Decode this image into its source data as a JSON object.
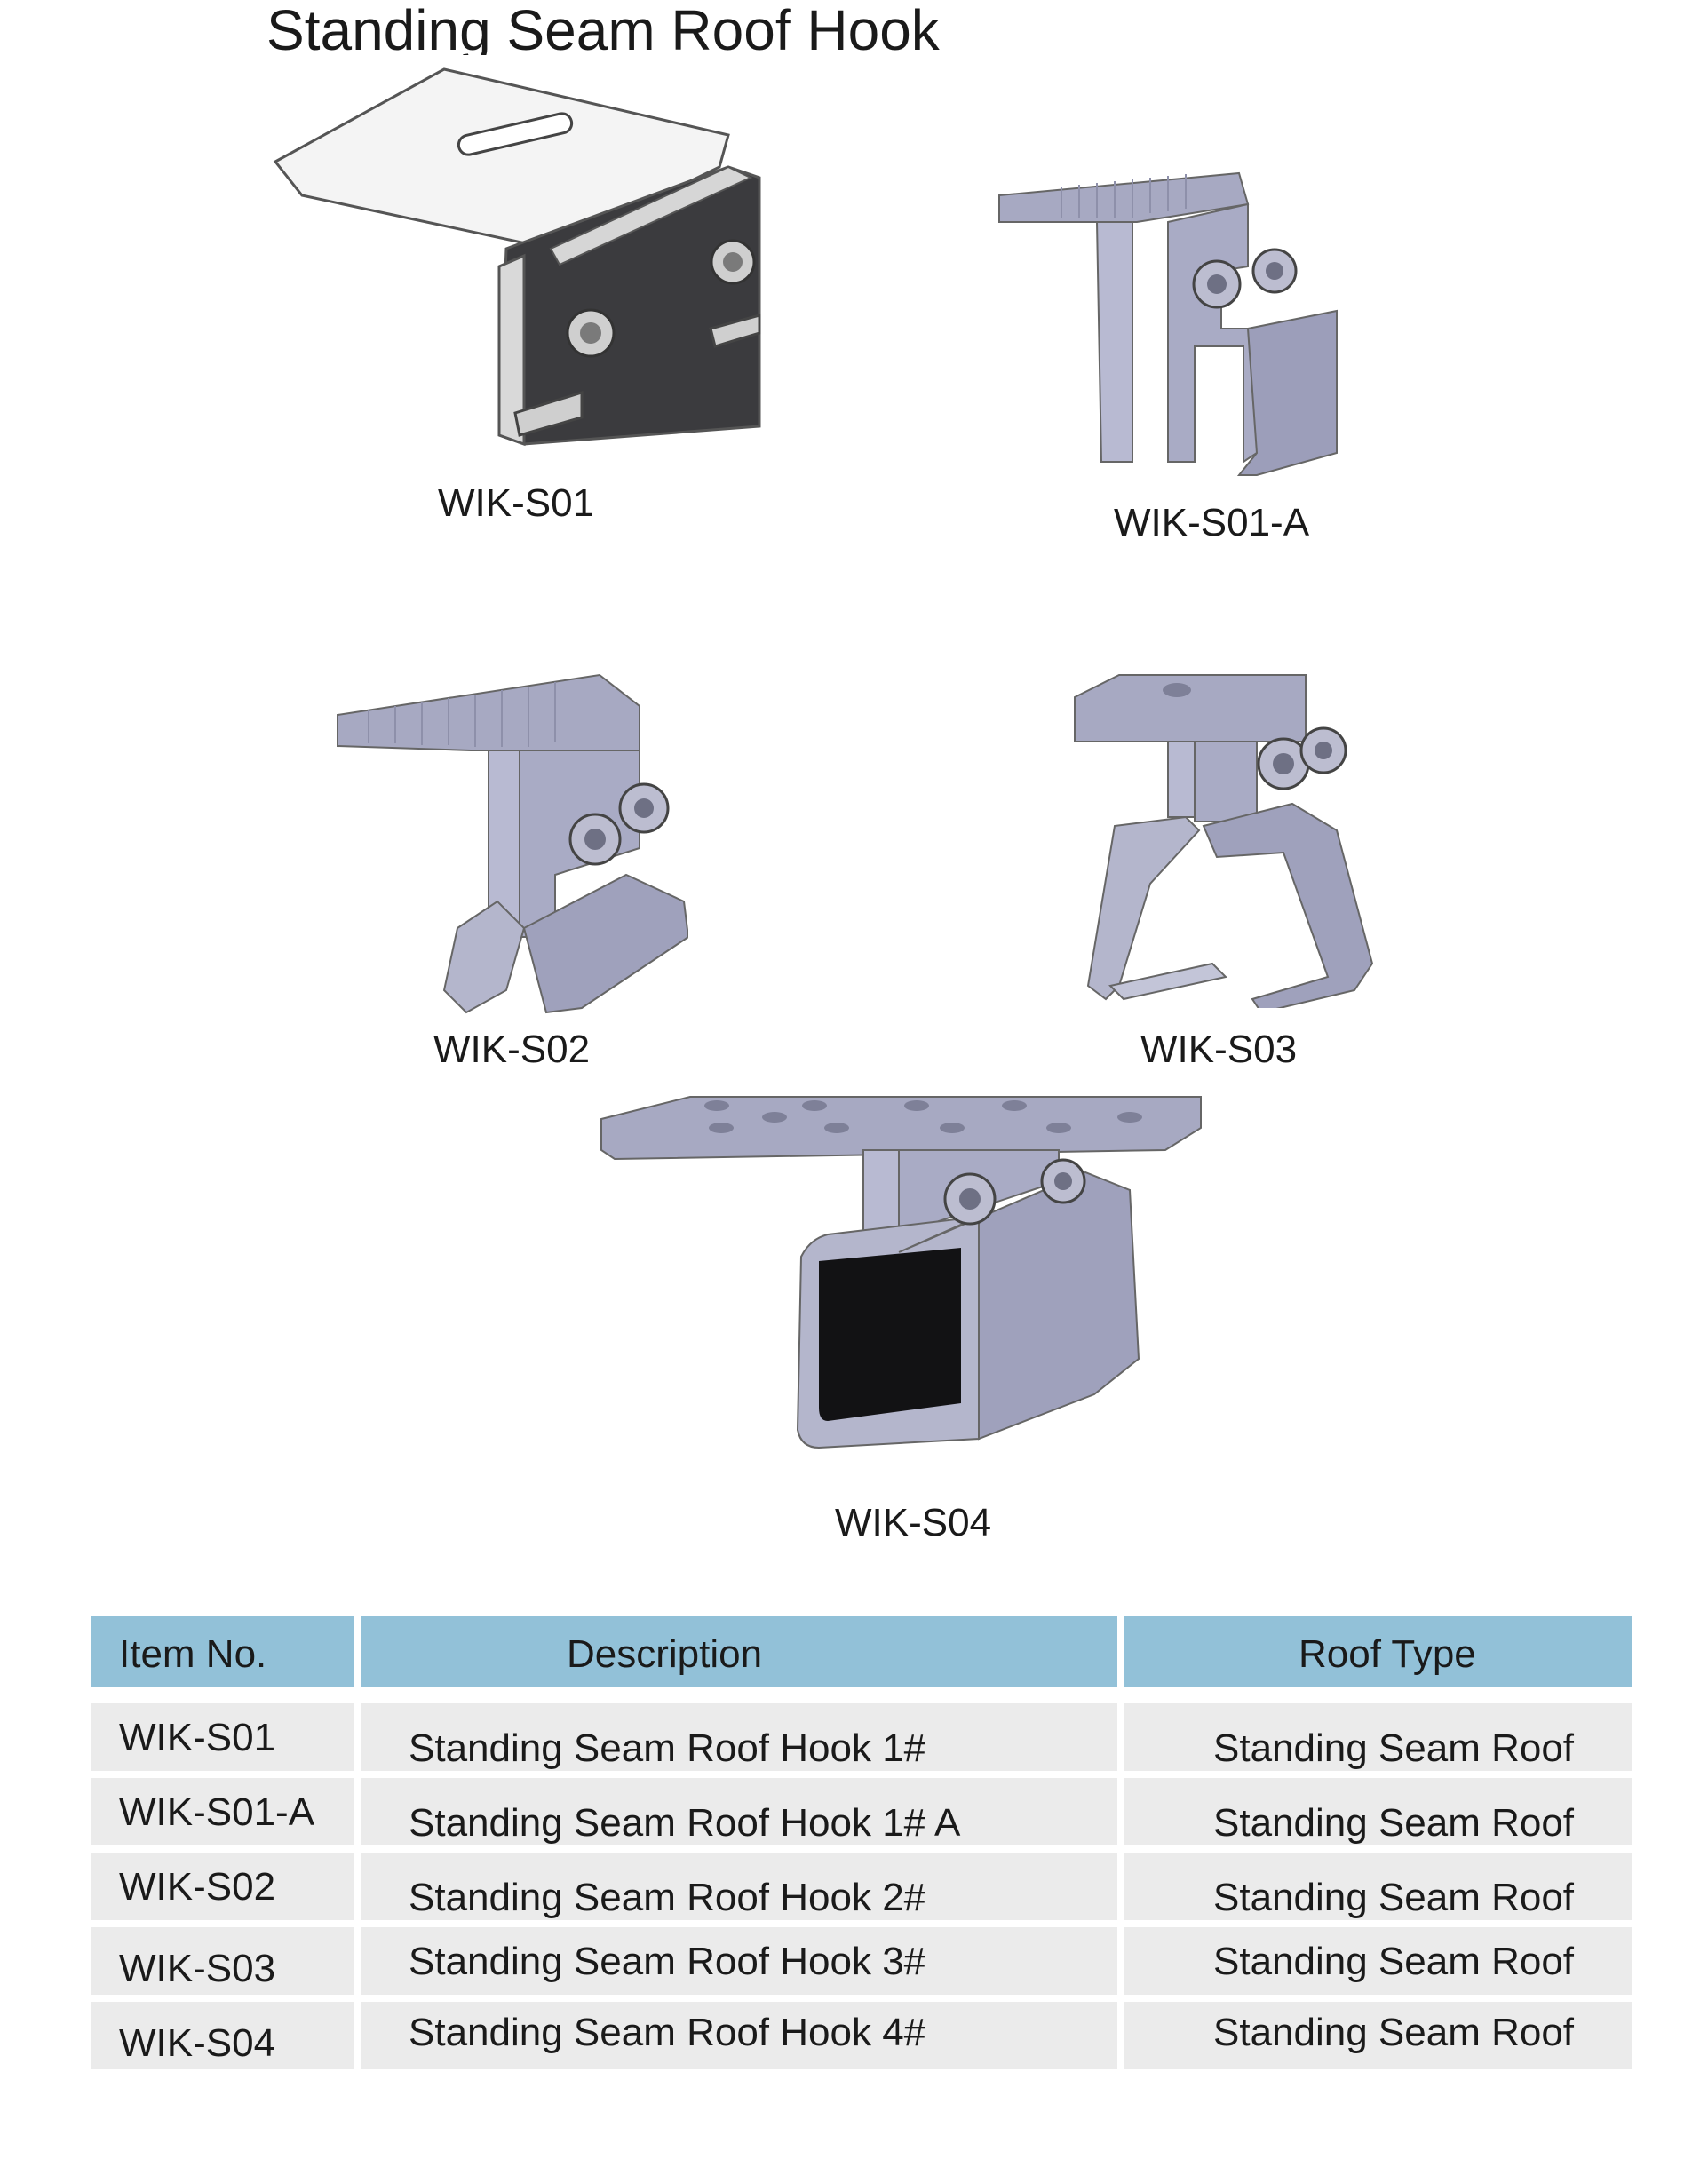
{
  "page": {
    "title": "Standing Seam Roof Hook"
  },
  "products": [
    {
      "code": "WIK-S01",
      "image": "hook-s01-image"
    },
    {
      "code": "WIK-S01-A",
      "image": "hook-s01a-image"
    },
    {
      "code": "WIK-S02",
      "image": "hook-s02-image"
    },
    {
      "code": "WIK-S03",
      "image": "hook-s03-image"
    },
    {
      "code": "WIK-S04",
      "image": "hook-s04-image"
    }
  ],
  "table": {
    "headers": [
      "Item No.",
      "Description",
      "Roof Type"
    ],
    "rows": [
      [
        "WIK-S01",
        "Standing Seam Roof Hook 1#",
        "Standing Seam Roof"
      ],
      [
        "WIK-S01-A",
        "Standing Seam Roof Hook 1# A",
        "Standing Seam Roof"
      ],
      [
        "WIK-S02",
        "Standing Seam Roof Hook 2#",
        "Standing Seam Roof"
      ],
      [
        "WIK-S03",
        "Standing Seam Roof Hook 3#",
        "Standing Seam Roof"
      ],
      [
        "WIK-S04",
        "Standing Seam Roof Hook 4#",
        "Standing Seam Roof"
      ]
    ]
  },
  "colors": {
    "header_fill": "#92c1d8",
    "row_fill": "#ebebeb",
    "metal": "#a7a9c2",
    "dark_plate": "#3b3b3e"
  }
}
